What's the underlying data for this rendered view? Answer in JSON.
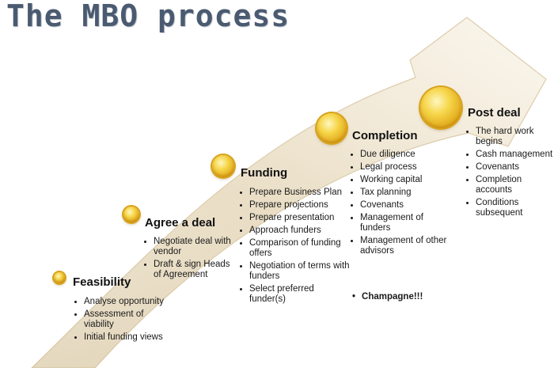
{
  "title": "The MBO process",
  "stages": [
    {
      "title": "Feasibility",
      "items": [
        "Analyse opportunity",
        "Assessment of viability",
        "Initial funding views"
      ]
    },
    {
      "title": "Agree a deal",
      "items": [
        "Negotiate deal with vendor",
        "Draft & sign Heads of Agreement"
      ]
    },
    {
      "title": "Funding",
      "items": [
        "Prepare Business Plan",
        "Prepare projections",
        "Prepare presentation",
        "Approach funders",
        "Comparison of funding offers",
        "Negotiation of terms with funders",
        "Select preferred funder(s)"
      ]
    },
    {
      "title": "Completion",
      "items": [
        "Due diligence",
        "Legal process",
        "Working capital",
        "Tax planning",
        "Covenants",
        "Management of funders",
        "Management of other advisors"
      ],
      "extra": "Champagne!!!"
    },
    {
      "title": "Post deal",
      "items": [
        "The hard work begins",
        "Cash management",
        "Covenants",
        "Completion accounts",
        "Conditions subsequent"
      ]
    }
  ],
  "colors": {
    "arrow_light": "#fbf8f0",
    "arrow_mid": "#e9dcc3",
    "arrow_edge": "#d9c7a4",
    "title": "#4a5a70",
    "gold": "#f0c030"
  }
}
